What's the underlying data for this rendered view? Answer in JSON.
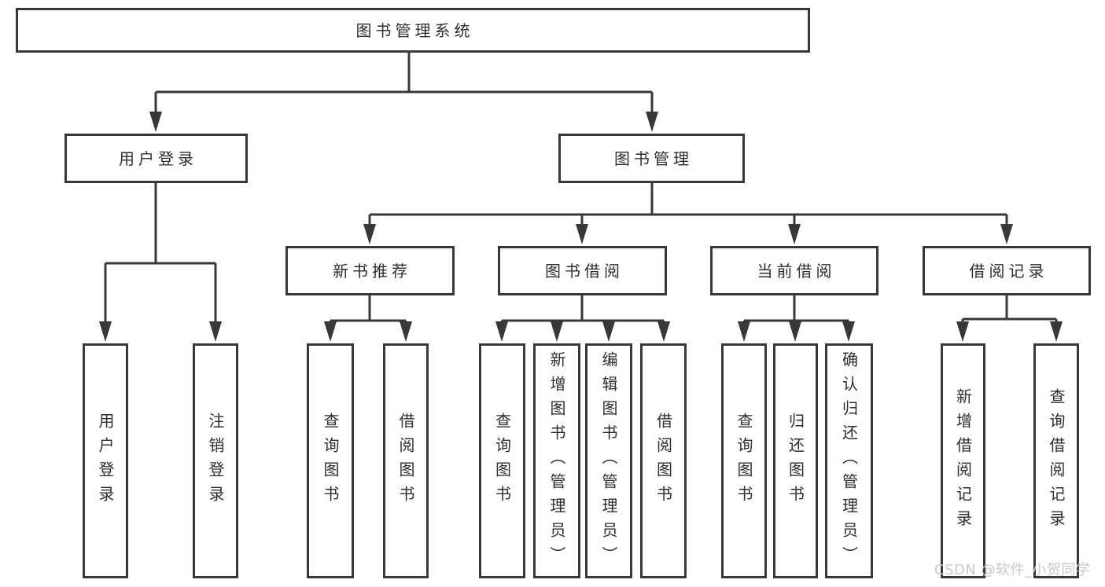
{
  "diagram_title": "图书管理系统",
  "nodes": {
    "root": {
      "label": "图书管理系统",
      "level": 1
    },
    "user_login": {
      "label": "用户登录",
      "level": 2,
      "parent": "root"
    },
    "book_mgmt": {
      "label": "图书管理",
      "level": 2,
      "parent": "root"
    },
    "new_book_rec": {
      "label": "新书推荐",
      "level": 3,
      "parent": "book_mgmt"
    },
    "book_borrow": {
      "label": "图书借阅",
      "level": 3,
      "parent": "book_mgmt"
    },
    "current_borrow": {
      "label": "当前借阅",
      "level": 3,
      "parent": "book_mgmt"
    },
    "borrow_records": {
      "label": "借阅记录",
      "level": 3,
      "parent": "book_mgmt"
    },
    "user_login_leaf": {
      "label": "用户登录",
      "level": 4,
      "parent": "user_login"
    },
    "logout_leaf": {
      "label": "注销登录",
      "level": 4,
      "parent": "user_login"
    },
    "query_book_rec": {
      "label": "查询图书",
      "level": 4,
      "parent": "new_book_rec"
    },
    "borrow_book_rec": {
      "label": "借阅图书",
      "level": 4,
      "parent": "new_book_rec"
    },
    "query_book_borrow": {
      "label": "查询图书",
      "level": 4,
      "parent": "book_borrow"
    },
    "add_book_admin": {
      "label": "新增图书（管理员）",
      "level": 4,
      "parent": "book_borrow"
    },
    "edit_book_admin": {
      "label": "编辑图书（管理员）",
      "level": 4,
      "parent": "book_borrow"
    },
    "borrow_book_borrow": {
      "label": "借阅图书",
      "level": 4,
      "parent": "book_borrow"
    },
    "query_book_current": {
      "label": "查询图书",
      "level": 4,
      "parent": "current_borrow"
    },
    "return_book": {
      "label": "归还图书",
      "level": 4,
      "parent": "current_borrow"
    },
    "confirm_return_admin": {
      "label": "确认归还（管理员）",
      "level": 4,
      "parent": "current_borrow"
    },
    "add_borrow_record": {
      "label": "新增借阅记录",
      "level": 4,
      "parent": "borrow_records"
    },
    "query_borrow_record": {
      "label": "查询借阅记录",
      "level": 4,
      "parent": "borrow_records"
    }
  },
  "watermark": {
    "text": "CSDN @软件_小贺同学"
  },
  "colors": {
    "line": "#383838",
    "box_border": "#383838",
    "text": "#2e2e2e",
    "background": "#ffffff",
    "watermark": "#c9c9c9"
  }
}
